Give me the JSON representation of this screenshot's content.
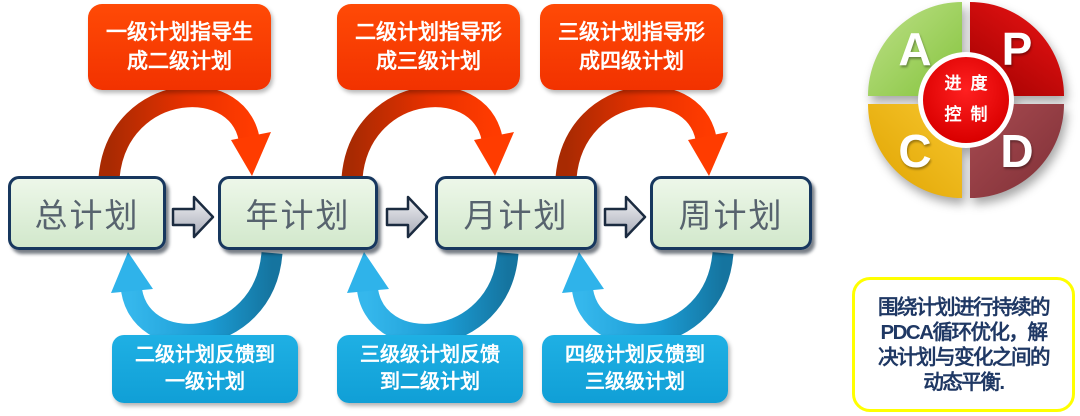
{
  "guide_boxes": [
    {
      "label": "一级计划指导生\n成二级计划"
    },
    {
      "label": "二级计划指导形\n成三级计划"
    },
    {
      "label": "三级计划指导形\n成四级计划"
    }
  ],
  "plan_boxes": [
    {
      "label": "总计划"
    },
    {
      "label": "年计划"
    },
    {
      "label": "月计划"
    },
    {
      "label": "周计划"
    }
  ],
  "feedback_boxes": [
    {
      "label": "二级计划反馈到\n一级计划"
    },
    {
      "label": "三级级计划反馈\n到二级计划"
    },
    {
      "label": "四级计划反馈到\n三级级计划"
    }
  ],
  "pdca": {
    "quadrants": [
      {
        "letter": "A",
        "color": "#8dc63f"
      },
      {
        "letter": "P",
        "color": "#d21414"
      },
      {
        "letter": "C",
        "color": "#f2b705"
      },
      {
        "letter": "D",
        "color": "#9a3b44"
      }
    ],
    "center_label": "进度\n控制"
  },
  "note": {
    "text": "围绕计划进行持续的\nPDCA循环优化，解\n决计划与变化之间的\n动态平衡."
  },
  "colors": {
    "guide_box": "#f93800",
    "feedback_box": "#14a7dc",
    "plan_box_fill": "#ddeed7",
    "plan_box_border": "#17375e",
    "red_arc": "#e83100",
    "blue_arc": "#1b9cd4",
    "gray_arrow": "#c3c6cf",
    "note_border": "#ffff00",
    "note_text": "#1f3864",
    "pdca_center": "#da0000"
  }
}
